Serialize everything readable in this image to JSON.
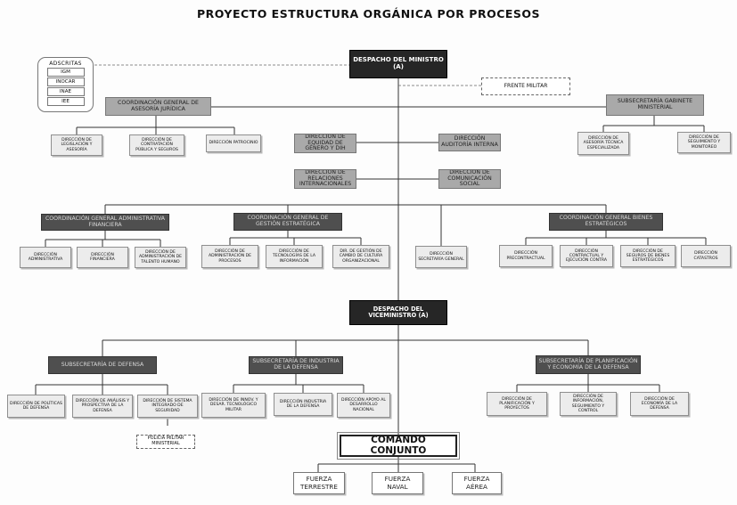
{
  "title": "PROYECTO ESTRUCTURA ORGÁNICA POR PROCESOS",
  "adscritas": {
    "label": "ADSCRITAS",
    "items": [
      "IGM",
      "INOCAR",
      "INAE",
      "IEE"
    ]
  },
  "nodes": {
    "despacho_ministro": "DESPACHO DEL MINISTRO (A)",
    "frente_militar": "FRENTE MILITAR",
    "coord_asesoria_juridica": "COORDINACIÓN GENERAL DE ASESORÍA JURÍDICA",
    "dir_legislacion": "DIRECCIÓN DE LEGISLACIÓN Y ASESORÍA",
    "dir_contratacion_publica": "DIRECCIÓN DE CONTRATACIÓN PÚBLICA Y SEGUROS",
    "dir_patrocinio": "DIRECCIÓN PATROCINIO",
    "dir_equidad_genero": "DIRECCIÓN DE EQUIDAD DE GÉNERO Y DIH",
    "dir_auditoria_interna": "DIRECCIÓN AUDITORÍA INTERNA",
    "dir_relaciones_internacionales": "DIRECCIÓN DE RELACIONES INTERNACIONALES",
    "dir_comunicacion_social": "DIRECCIÓN DE COMUNICACIÓN SOCIAL",
    "subsecretaria_gabinete": "SUBSECRETARÍA GABINETE MINISTERIAL",
    "dir_asesoria_tecnica": "DIRECCIÓN DE ASESORÍA TÉCNICA ESPECIALIZADA",
    "dir_seguimiento_monitoreo": "DIRECCIÓN DE SEGUIMIENTO Y MONITOREO",
    "coord_administrativa_financiera": "COORDINACIÓN GENERAL ADMINISTRATIVA FINANCIERA",
    "dir_administrativa": "DIRECCIÓN ADMINISTRATIVA",
    "dir_financiera": "DIRECCIÓN FINANCIERA",
    "dir_talento_humano": "DIRECCIÓN DE ADMINISTRACIÓN DE TALENTO HUMANO",
    "coord_gestion_estrategica": "COORDINACIÓN GENERAL DE GESTIÓN ESTRATÉGICA",
    "dir_procesos": "DIRECCIÓN DE ADMINISTRACIÓN DE PROCESOS",
    "dir_tecnologias": "DIRECCIÓN DE TECNOLOGÍAS DE LA INFORMACIÓN",
    "dir_cambio_cultura": "DIR. DE GESTIÓN DE CAMBIO DE CULTURA ORGANIZACIONAL",
    "dir_secretaria_general": "DIRECCIÓN SECRETARÍA GENERAL",
    "coord_bienes_estrategicos": "COORDINACIÓN GENERAL BIENES ESTRATÉGICOS",
    "dir_precontractual": "DIRECCIÓN PRECONTRACTUAL",
    "dir_contractual": "DIRECCIÓN CONTRACTUAL Y EJECUCIÓN CONTRA",
    "dir_seguros_bienes": "DIRECCIÓN DE SEGUROS DE BIENES ESTRATÉGICOS",
    "dir_catastros": "DIRECCIÓN CATASTROS",
    "despacho_viceministro": "DESPACHO DEL VICEMINISTRO (A)",
    "subsecretaria_defensa": "SUBSECRETARÍA DE DEFENSA",
    "dir_politicas_defensa": "DIRECCIÓN DE POLÍTICAS DE DEFENSA",
    "dir_analisis_prospectiva": "DIRECCIÓN DE ANÁLISIS Y PROSPECTIVA DE LA DEFENSA",
    "dir_sistema_seguridad": "DIRECCIÓN DE SISTEMA INTEGRADO DE SEGURIDAD",
    "policia_militar": "POLICÍA MILITAR MINISTERIAL",
    "subsecretaria_industria": "SUBSECRETARÍA DE INDUSTRIA DE LA DEFENSA",
    "dir_innovacion": "DIRECCIÓN DE INNOV. Y DESAR. TECNOLÓGICO MILITAR",
    "dir_industria_defensa": "DIRECCIÓN INDUSTRIA DE LA DEFENSA",
    "dir_apoyo_desarrollo": "DIRECCIÓN APOYO AL DESARROLLO NACIONAL",
    "subsecretaria_planificacion": "SUBSECRETARÍA DE PLANIFICACIÓN Y ECONOMÍA DE LA DEFENSA",
    "dir_planificacion_proyectos": "DIRECCIÓN DE PLANIFICACIÓN Y PROYECTOS",
    "dir_informacion_seguimiento": "DIRECCIÓN DE INFORMACIÓN, SEGUIMIENTO Y CONTROL",
    "dir_economia_defensa": "DIRECCIÓN DE ECONOMÍA DE LA DEFENSA",
    "comando_conjunto": "COMANDO CONJUNTO",
    "fuerza_terrestre": "FUERZA TERRESTRE",
    "fuerza_naval": "FUERZA NAVAL",
    "fuerza_aerea": "FUERZA AÉREA"
  }
}
